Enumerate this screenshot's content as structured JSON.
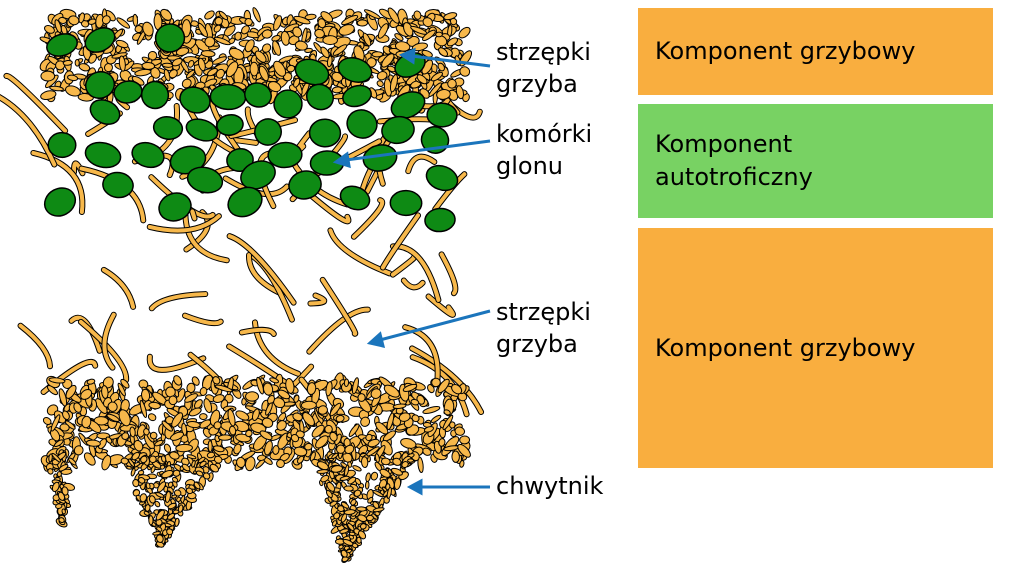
{
  "labels": {
    "top_hyphae": [
      "strzępki",
      "grzyba"
    ],
    "algae": [
      "komórki",
      "glonu"
    ],
    "middle_hyphae": [
      "strzępki",
      "grzyba"
    ],
    "rhizine": "chwytnik"
  },
  "boxes": [
    {
      "text": "Komponent grzybowy",
      "color": "#F9AE3F"
    },
    {
      "text": "Komponent autotroficzny",
      "color": "#78D263"
    },
    {
      "text": "Komponent grzybowy",
      "color": "#F9AE3F"
    }
  ],
  "colors": {
    "hyphae": "#F7B84B",
    "algae": "#0E8A14",
    "arrow": "#1B75BC"
  }
}
